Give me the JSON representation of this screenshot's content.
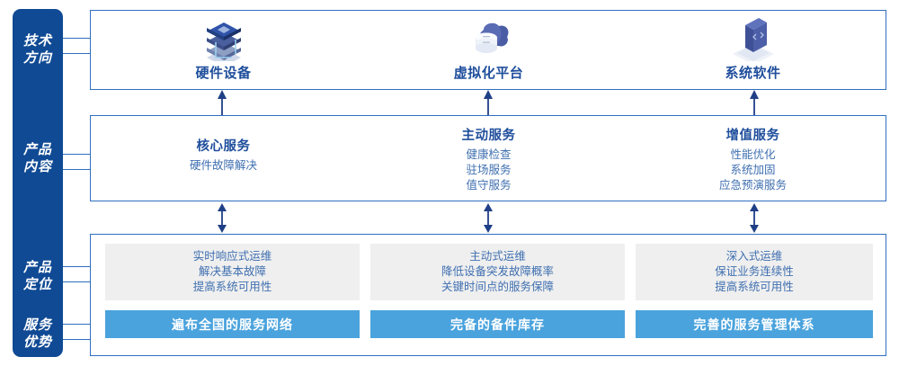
{
  "rail": {
    "labels": [
      {
        "id": "tech-direction",
        "text": "技术\n方向"
      },
      {
        "id": "product-content",
        "text": "产品\n内容"
      },
      {
        "id": "product-position",
        "text": "产品\n定位"
      },
      {
        "id": "service-advantage",
        "text": "服务\n优势"
      }
    ]
  },
  "tech_direction": {
    "columns": [
      {
        "icon": "server-stack-icon",
        "title": "硬件设备"
      },
      {
        "icon": "cloud-database-icon",
        "title": "虚拟化平台"
      },
      {
        "icon": "code-book-icon",
        "title": "系统软件"
      }
    ]
  },
  "product_content": {
    "columns": [
      {
        "title": "核心服务",
        "items": [
          "硬件故障解决"
        ]
      },
      {
        "title": "主动服务",
        "items": [
          "健康检查",
          "驻场服务",
          "值守服务"
        ]
      },
      {
        "title": "增值服务",
        "items": [
          "性能优化",
          "系统加固",
          "应急预演服务"
        ]
      }
    ]
  },
  "product_position": {
    "cards": [
      {
        "lines": [
          "实时响应式运维",
          "解决基本故障",
          "提高系统可用性"
        ]
      },
      {
        "lines": [
          "主动式运维",
          "降低设备突发故障概率",
          "关键时间点的服务保障"
        ]
      },
      {
        "lines": [
          "深入式运维",
          "保证业务连续性",
          "提高系统可用性"
        ]
      }
    ]
  },
  "service_advantage": {
    "bars": [
      {
        "label": "遍布全国的服务网络"
      },
      {
        "label": "完备的备件库存"
      },
      {
        "label": "完善的服务管理体系"
      }
    ]
  },
  "colors": {
    "rail_blue": "#104a94",
    "border_blue": "#2f6fbf",
    "title_blue": "#1f4e9c",
    "body_blue": "#3f6fb0",
    "bar_blue": "#4aa3dd",
    "card_grey": "#efefef",
    "arrow_navy": "#1f3f87"
  }
}
